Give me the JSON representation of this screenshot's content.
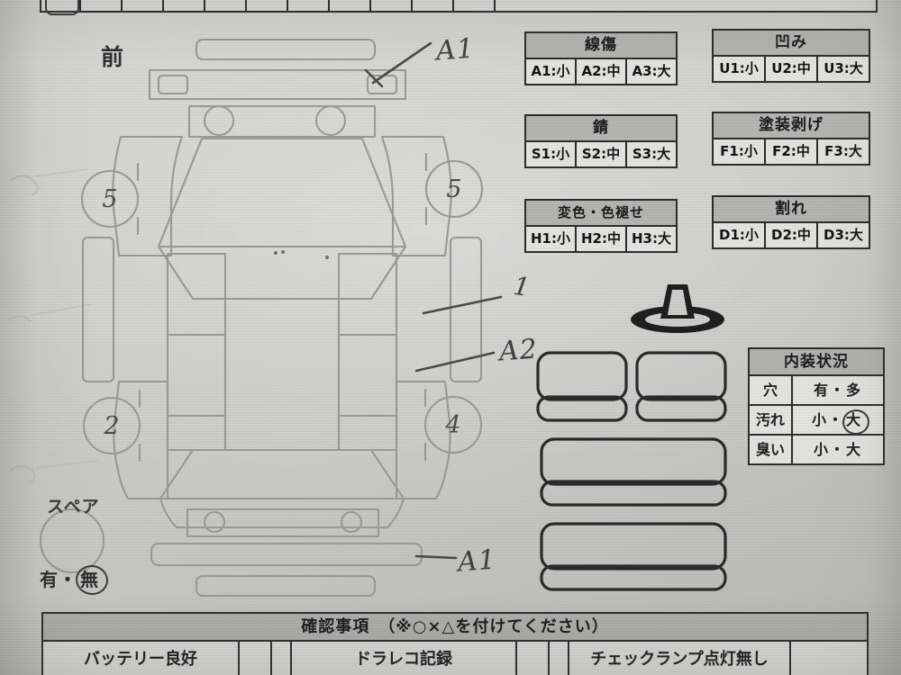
{
  "sheet": {
    "front_label": "前",
    "spare": {
      "label": "スペア",
      "yes": "有",
      "sep": "・",
      "no": "無",
      "selected": "無"
    }
  },
  "legends": [
    {
      "name": "scratch",
      "title": "線傷",
      "cells": [
        "A1:小",
        "A2:中",
        "A3:大"
      ]
    },
    {
      "name": "dent",
      "title": "凹み",
      "cells": [
        "U1:小",
        "U2:中",
        "U3:大"
      ]
    },
    {
      "name": "rust",
      "title": "錆",
      "cells": [
        "S1:小",
        "S2:中",
        "S3:大"
      ]
    },
    {
      "name": "paint-peel",
      "title": "塗装剥げ",
      "cells": [
        "F1:小",
        "F2:中",
        "F3:大"
      ]
    },
    {
      "name": "discoloration",
      "title": "変色・色褪せ",
      "cells": [
        "H1:小",
        "H2:中",
        "H3:大"
      ]
    },
    {
      "name": "crack",
      "title": "割れ",
      "cells": [
        "D1:小",
        "D2:中",
        "D3:大"
      ]
    }
  ],
  "interior": {
    "title": "内装状況",
    "rows": [
      {
        "label": "穴",
        "option_a": "有",
        "sep": "・",
        "option_b": "多",
        "selected": ""
      },
      {
        "label": "汚れ",
        "option_a": "小",
        "sep": "・",
        "option_b": "大",
        "selected": "大"
      },
      {
        "label": "臭い",
        "option_a": "小",
        "sep": "・",
        "option_b": "大",
        "selected": ""
      }
    ]
  },
  "confirm": {
    "header": "確認事項　（※○×△を付けてください）",
    "items": [
      {
        "label": "バッテリー良好",
        "mark": ""
      },
      {
        "label": "ドラレコ記録",
        "mark": ""
      },
      {
        "label": "チェックランプ点灯無し",
        "mark": ""
      }
    ]
  },
  "annotations": {
    "wheels": [
      {
        "position": "front-left",
        "value": "5"
      },
      {
        "position": "front-right",
        "value": "5"
      },
      {
        "position": "rear-left",
        "value": "2"
      },
      {
        "position": "rear-right",
        "value": "4"
      }
    ],
    "damage_marks": [
      {
        "position": "front-bumper-top",
        "code": "A1"
      },
      {
        "position": "right-side-upper",
        "code": "1"
      },
      {
        "position": "right-side-lower",
        "code": "A2"
      },
      {
        "position": "rear-bumper-bottom",
        "code": "A1"
      }
    ]
  }
}
